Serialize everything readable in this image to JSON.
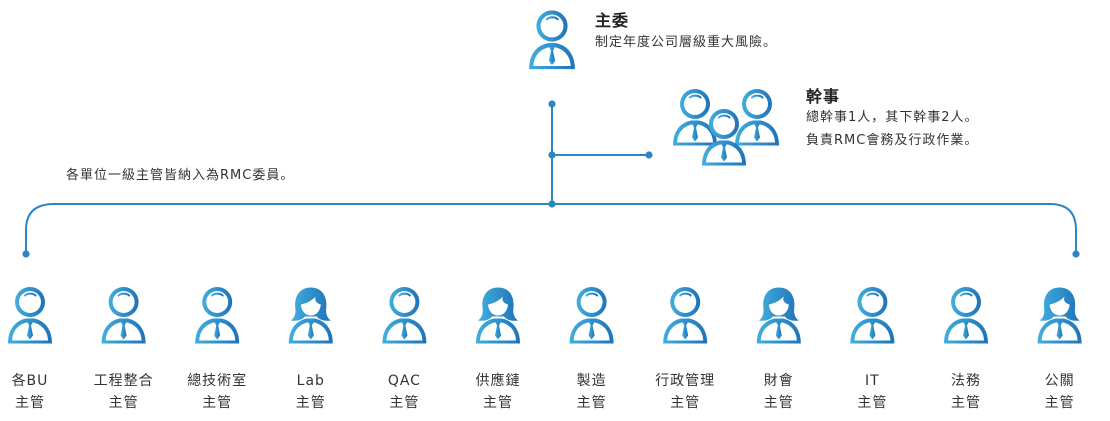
{
  "chair": {
    "title": "主委",
    "desc": "制定年度公司層級重大風險。"
  },
  "secretary": {
    "title": "幹事",
    "desc_line1": "總幹事1人，其下幹事2人。",
    "desc_line2": "負責RMC會務及行政作業。"
  },
  "members_note": "各單位一級主管皆納入為RMC委員。",
  "members": [
    {
      "line1": "各BU",
      "line2": "主管",
      "female": false
    },
    {
      "line1": "工程整合",
      "line2": "主管",
      "female": false
    },
    {
      "line1": "總技術室",
      "line2": "主管",
      "female": false
    },
    {
      "line1": "Lab",
      "line2": "主管",
      "female": true
    },
    {
      "line1": "QAC",
      "line2": "主管",
      "female": false
    },
    {
      "line1": "供應鏈",
      "line2": "主管",
      "female": true
    },
    {
      "line1": "製造",
      "line2": "主管",
      "female": false
    },
    {
      "line1": "行政管理",
      "line2": "主管",
      "female": false
    },
    {
      "line1": "財會",
      "line2": "主管",
      "female": true
    },
    {
      "line1": "IT",
      "line2": "主管",
      "female": false
    },
    {
      "line1": "法務",
      "line2": "主管",
      "female": false
    },
    {
      "line1": "公關",
      "line2": "主管",
      "female": true
    }
  ],
  "colors": {
    "line": "#2d86c4",
    "icon_light": "#3da4d6",
    "icon_dark": "#1b6db3"
  }
}
